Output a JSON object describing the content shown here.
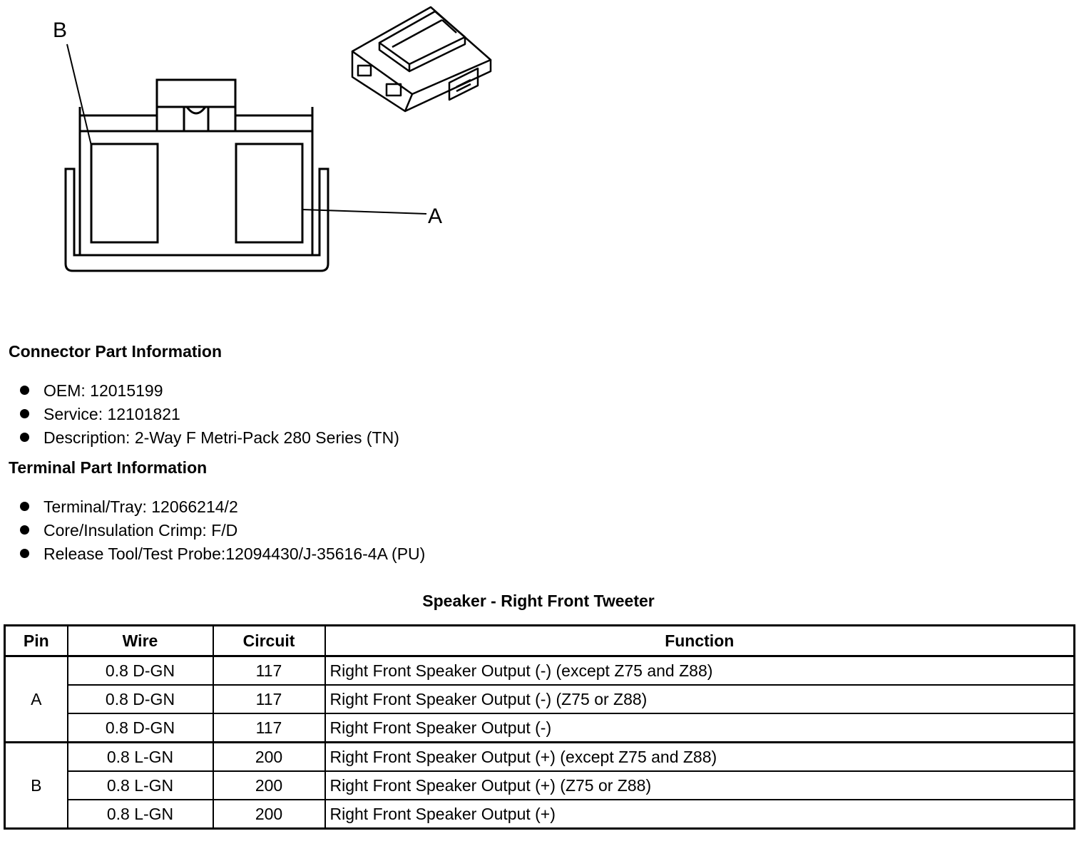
{
  "diagram": {
    "label_b": "B",
    "label_a": "A"
  },
  "connector_info": {
    "heading": "Connector Part Information",
    "items": [
      "OEM: 12015199",
      "Service: 12101821",
      "Description: 2-Way F Metri-Pack 280 Series (TN)"
    ]
  },
  "terminal_info": {
    "heading": "Terminal Part Information",
    "items": [
      "Terminal/Tray: 12066214/2",
      "Core/Insulation Crimp: F/D",
      "Release Tool/Test Probe:12094430/J-35616-4A (PU)"
    ]
  },
  "table": {
    "title": "Speaker - Right Front Tweeter",
    "headers": [
      "Pin",
      "Wire",
      "Circuit",
      "Function"
    ],
    "groups": [
      {
        "pin": "A",
        "rows": [
          {
            "wire": "0.8 D-GN",
            "circuit": "117",
            "function": "Right Front Speaker Output (-) (except Z75 and Z88)"
          },
          {
            "wire": "0.8 D-GN",
            "circuit": "117",
            "function": "Right Front Speaker Output (-) (Z75 or Z88)"
          },
          {
            "wire": "0.8 D-GN",
            "circuit": "117",
            "function": "Right Front Speaker Output (-)"
          }
        ]
      },
      {
        "pin": "B",
        "rows": [
          {
            "wire": "0.8 L-GN",
            "circuit": "200",
            "function": "Right Front Speaker Output (+) (except Z75 and Z88)"
          },
          {
            "wire": "0.8 L-GN",
            "circuit": "200",
            "function": "Right Front Speaker Output (+) (Z75 or Z88)"
          },
          {
            "wire": "0.8 L-GN",
            "circuit": "200",
            "function": "Right Front Speaker Output (+)"
          }
        ]
      }
    ]
  }
}
